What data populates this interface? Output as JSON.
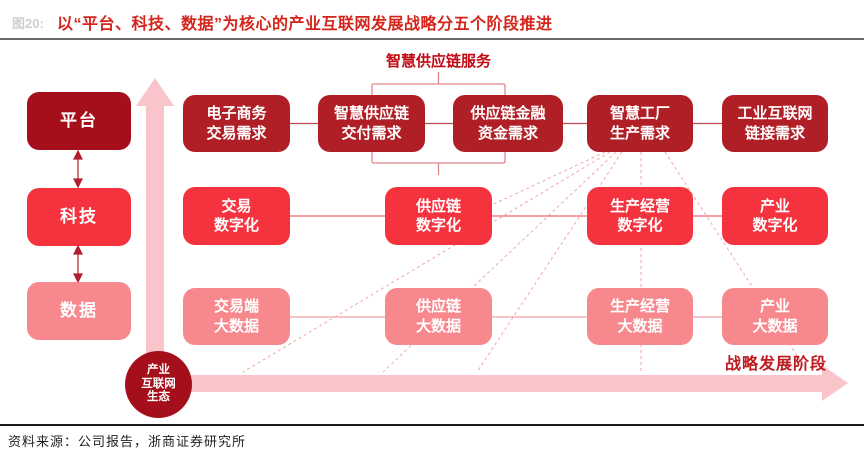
{
  "figure_tag": "图20:",
  "title": "以“平台、科技、数据”为核心的产业互联网发展战略分五个阶段推进",
  "supply_chain_label": "智慧供应链服务",
  "x_axis_label": "战略发展阶段",
  "origin_circle": "产业\n互联网\n生态",
  "left_column": [
    "平台",
    "科技",
    "数据"
  ],
  "row_demand": [
    "电子商务\n交易需求",
    "智慧供应链\n交付需求",
    "供应链金融\n资金需求",
    "智慧工厂\n生产需求",
    "工业互联网\n链接需求"
  ],
  "row_digital": [
    "交易\n数字化",
    "供应链\n数字化",
    "生产经营\n数字化",
    "产业\n数字化"
  ],
  "row_bigdata": [
    "交易端\n大数据",
    "供应链\n大数据",
    "生产经营\n大数据",
    "产业\n大数据"
  ],
  "footer_source": "资料来源：公司报告，浙商证券研究所",
  "colors": {
    "title_red": "#d4251c",
    "dark_red_box": "#a50f1b",
    "demand_row_red": "#b01e26",
    "bright_red_box": "#f5333f",
    "pink_box": "#f6888e",
    "axis_pink": "#f9c5ca",
    "dotted_line_pink": "#f2a6ab",
    "label_red": "#c00a14"
  }
}
